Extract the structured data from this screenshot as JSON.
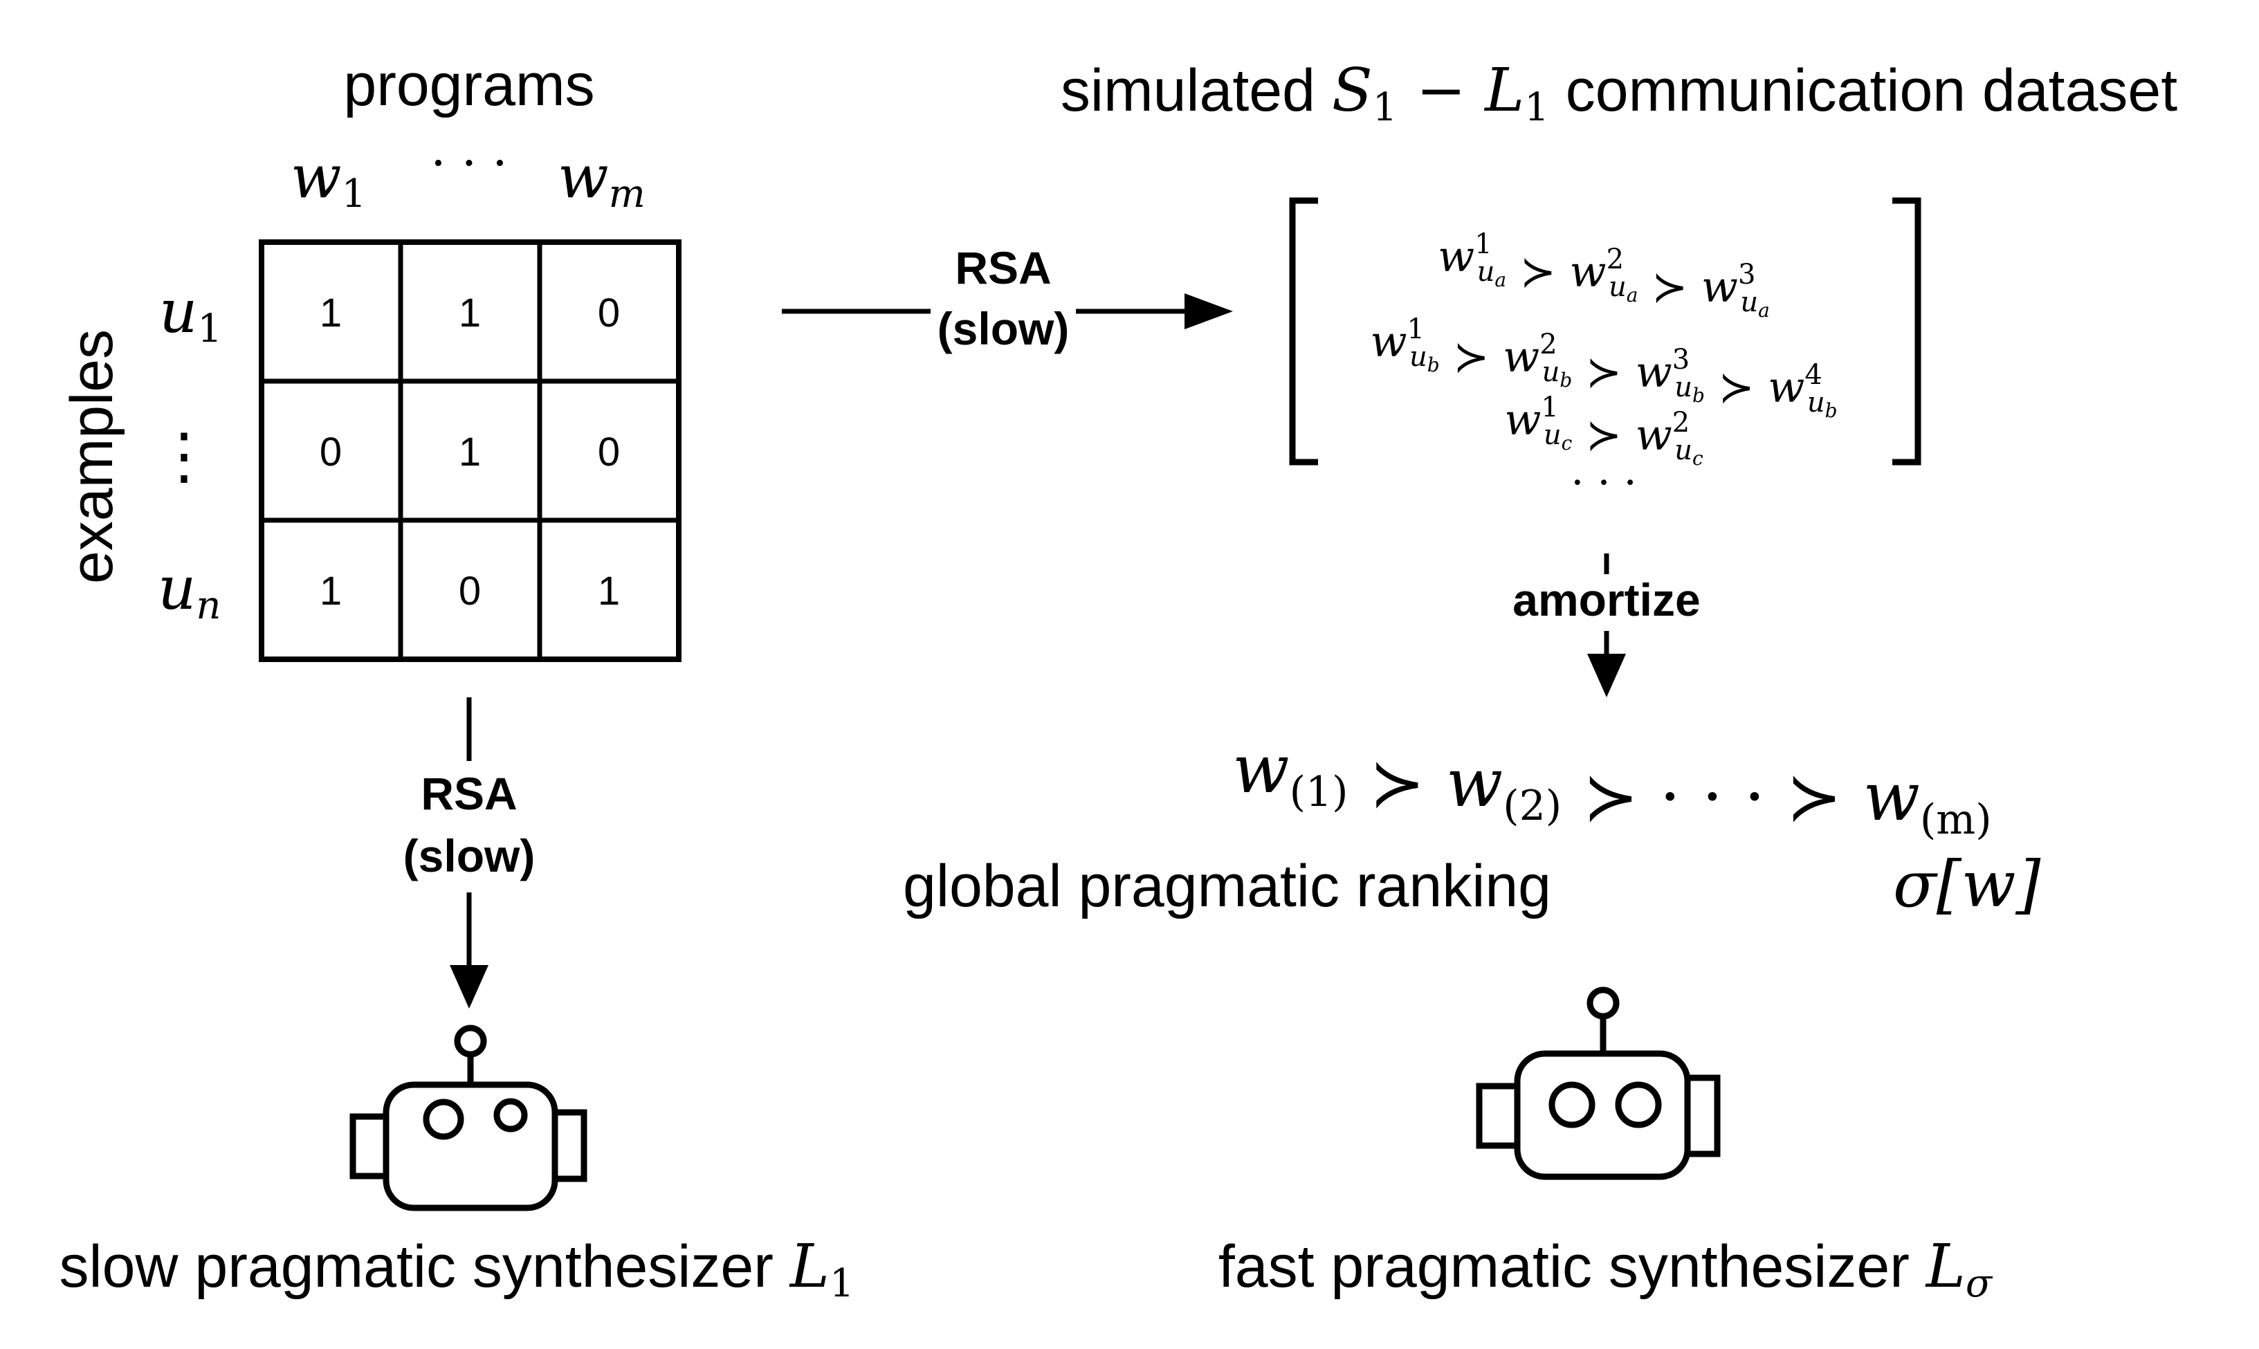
{
  "left": {
    "programs_label": "programs",
    "examples_label": "examples",
    "col_header_first": "w",
    "col_header_first_sub": "1",
    "col_header_ellipsis": "· · ·",
    "col_header_last": "w",
    "col_header_last_sub": "m",
    "row_header_first": "u",
    "row_header_first_sub": "1",
    "row_header_ellipsis": "⋮",
    "row_header_last": "u",
    "row_header_last_sub": "n",
    "matrix": [
      [
        "1",
        "1",
        "0"
      ],
      [
        "0",
        "1",
        "0"
      ],
      [
        "1",
        "0",
        "1"
      ]
    ],
    "rsa_label": "RSA",
    "rsa_sub_label": "(slow)",
    "synth_label": "slow pragmatic synthesizer ",
    "synth_symbol": "L",
    "synth_symbol_sub": "1"
  },
  "middle": {
    "rsa_label": "RSA",
    "rsa_sub_label": "(slow)"
  },
  "right": {
    "title_prefix": "simulated ",
    "title_s": "S",
    "title_s_sub": "1",
    "title_minus": " − ",
    "title_l": "L",
    "title_l_sub": "1",
    "title_suffix": " communication dataset",
    "dataset_rows": [
      {
        "terms": [
          {
            "sup": "1",
            "sub": "a"
          },
          {
            "sup": "2",
            "sub": "a"
          },
          {
            "sup": "3",
            "sub": "a"
          }
        ]
      },
      {
        "terms": [
          {
            "sup": "1",
            "sub": "b"
          },
          {
            "sup": "2",
            "sub": "b"
          },
          {
            "sup": "3",
            "sub": "b"
          },
          {
            "sup": "4",
            "sub": "b"
          }
        ]
      },
      {
        "terms": [
          {
            "sup": "1",
            "sub": "c"
          },
          {
            "sup": "2",
            "sub": "c"
          }
        ]
      }
    ],
    "dataset_ellipsis": "· · ·",
    "amortize_label": "amortize",
    "ranking_terms": [
      "(1)",
      "(2)",
      "(m)"
    ],
    "ranking_ellipsis": "· · ·",
    "ranking_label": "global pragmatic ranking",
    "ranking_symbol": "σ[w]",
    "synth_label": "fast pragmatic synthesizer ",
    "synth_symbol": "L",
    "synth_symbol_sub": "σ"
  }
}
